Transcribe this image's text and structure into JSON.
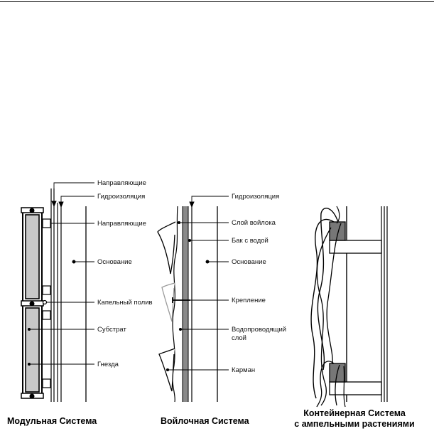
{
  "page": {
    "background": "#ffffff",
    "ink": "#000000",
    "panel_gray": "#c8c8c8",
    "column_gray": "#8a8a8a"
  },
  "modular": {
    "caption": "Модульная Система",
    "labels": {
      "guides_top": "Направляющие",
      "waterproofing": "Гидроизоляция",
      "guides_mid": "Направляющие",
      "base": "Основание",
      "drip": "Капельный полив",
      "substrate": "Субстрат",
      "nests": "Гнезда"
    }
  },
  "felt": {
    "caption": "Войлочная Система",
    "labels": {
      "waterproofing": "Гидроизоляция",
      "felt_layer": "Слой войлока",
      "tank": "Бак с водой",
      "base": "Основание",
      "mount": "Крепление",
      "wick_line1": "Водопроводящий",
      "wick_line2": "слой",
      "pocket": "Карман"
    }
  },
  "container": {
    "caption_line1": "Контейнерная Система",
    "caption_line2": "с ампельными растениями"
  }
}
